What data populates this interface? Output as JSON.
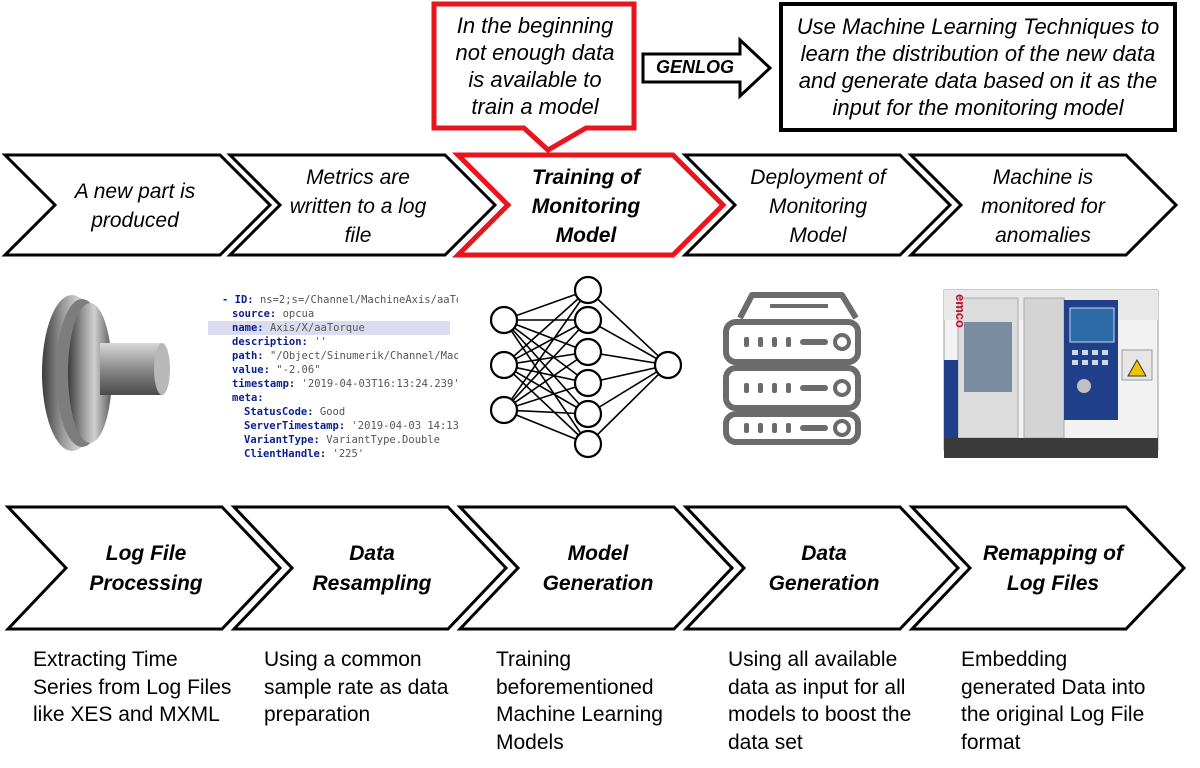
{
  "callouts": {
    "problem": "In the beginning not enough data is available to train a model",
    "genlog_arrow": "GENLOG",
    "solution": "Use Machine Learning Techniques to learn the distribution of the new data and generate data based on it as the input for the monitoring model"
  },
  "pipeline": [
    {
      "label": "A new part is produced"
    },
    {
      "label": "Metrics are written to a log file"
    },
    {
      "label": "Training of Monitoring Model",
      "highlight": true
    },
    {
      "label": "Deployment of Monitoring Model"
    },
    {
      "label": "Machine is monitored for anomalies"
    }
  ],
  "log_snippet": {
    "lines": [
      {
        "key": "- ID:",
        "value": "ns=2;s=/Channel/MachineAxis/aaTo"
      },
      {
        "key": "source:",
        "value": "opcua"
      },
      {
        "key": "name:",
        "value": "Axis/X/aaTorque"
      },
      {
        "key": "description:",
        "value": "''"
      },
      {
        "key": "path:",
        "value": "\"/Object/Sinumerik/Channel/Mac"
      },
      {
        "key": "value:",
        "value": "\"-2.06\""
      },
      {
        "key": "timestamp:",
        "value": "'2019-04-03T16:13:24.239'"
      },
      {
        "key": "meta:",
        "value": ""
      },
      {
        "key": "StatusCode:",
        "value": "Good"
      },
      {
        "key": "ServerTimestamp:",
        "value": "'2019-04-03 14:13"
      },
      {
        "key": "VariantType:",
        "value": "VariantType.Double"
      },
      {
        "key": "ClientHandle:",
        "value": "'225'"
      }
    ]
  },
  "machine_brand": "emco",
  "genlog_steps": [
    {
      "label": "Log File Processing",
      "description": "Extracting Time Series from Log Files like XES and MXML"
    },
    {
      "label": "Data Resampling",
      "description": "Using a common sample rate as data preparation"
    },
    {
      "label": "Model Generation",
      "description": "Training beforementioned Machine Learning Models"
    },
    {
      "label": "Data Generation",
      "description": "Using all available data as input for all models to boost the data set"
    },
    {
      "label": "Remapping of Log Files",
      "description": "Embedding generated Data into the original Log File format"
    }
  ],
  "colors": {
    "highlight": "#e8161c",
    "outline": "#000000",
    "server": "#6b6b6b",
    "machine_blue": "#1f3f8a"
  }
}
